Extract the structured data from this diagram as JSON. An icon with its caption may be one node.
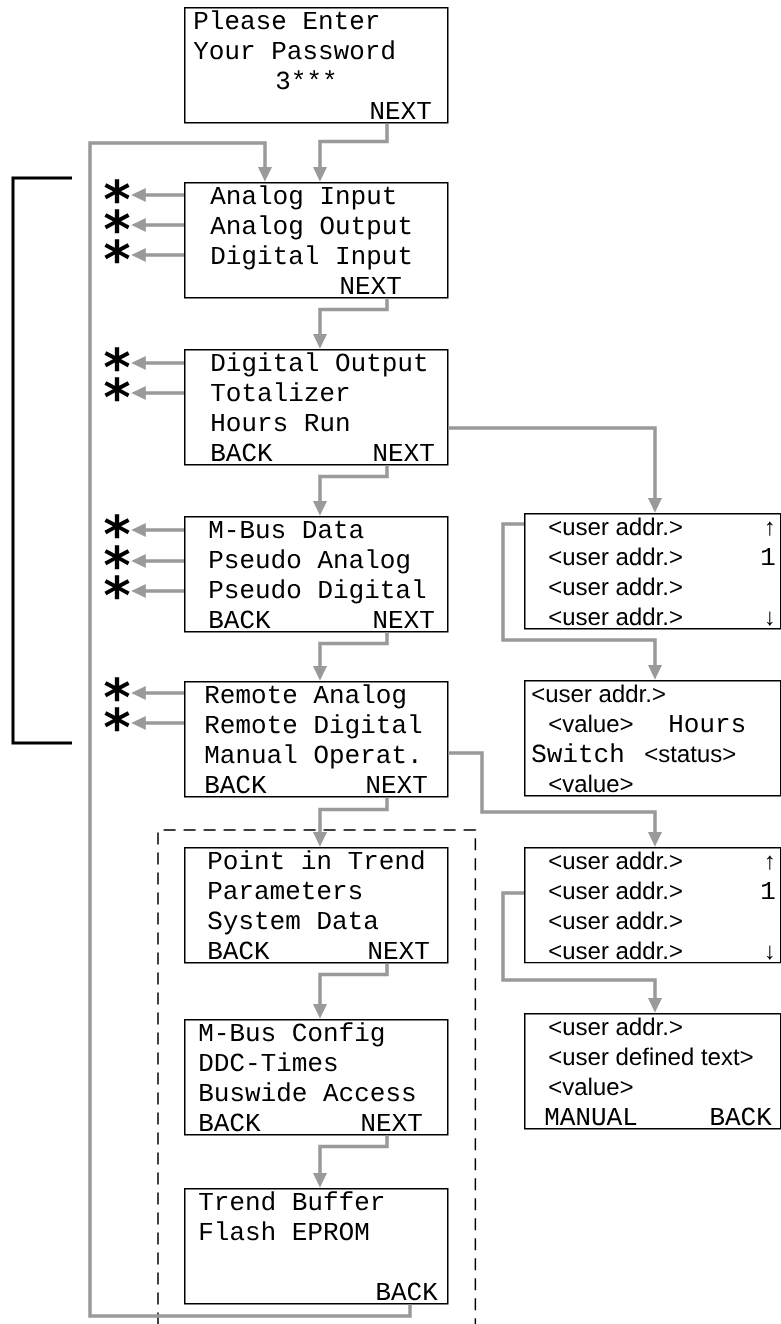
{
  "diagram": {
    "nodes": [
      {
        "text": [
          "Please Enter",
          "Your Password",
          "3***",
          "NEXT"
        ]
      },
      {
        "text": [
          "Analog Input",
          "Analog Output",
          "Digital Input",
          "NEXT"
        ]
      },
      {
        "text": [
          "Digital Output",
          "Totalizer",
          "Hours Run",
          "BACK",
          "NEXT"
        ]
      },
      {
        "text": [
          "M-Bus Data",
          "Pseudo Analog",
          "Pseudo Digital",
          "BACK",
          "NEXT"
        ]
      },
      {
        "text": [
          "Remote Analog",
          "Remote Digital",
          "Manual Operat.",
          "BACK",
          "NEXT"
        ]
      },
      {
        "text": [],
        "shape": "box"
      },
      {
        "text": [
          "Point in Trend",
          "Parameters",
          "System Data",
          "BACK",
          "NEXT"
        ],
        "in": 5
      },
      {
        "text": [
          "M-Bus Config",
          "DDC-Times",
          "Buswide Access",
          "BACK",
          "NEXT"
        ],
        "in": 5
      },
      {
        "text": [
          "Trend Buffer",
          "Flash EPROM",
          "BACK"
        ],
        "in": 5
      },
      {
        "text": [
          "<user addr.>",
          "<user addr.>",
          "<user addr.>",
          "<user addr.>",
          "↑",
          "1",
          "↓"
        ]
      },
      {
        "text": [
          "<user addr.>",
          "<value>",
          "Hours",
          "Switch",
          "<status>",
          "<value>"
        ]
      },
      {
        "text": [
          "<user addr.>",
          "<user addr.>",
          "<user addr.>",
          "<user addr.>",
          "↑",
          "1",
          "↓"
        ]
      },
      {
        "text": [
          "<user addr.>",
          "<user defined text>",
          "<value>",
          "MANUAL",
          "BACK"
        ]
      },
      {
        "text": [
          "*"
        ]
      },
      {
        "text": [
          "*"
        ]
      },
      {
        "text": [
          "*"
        ]
      },
      {
        "text": [
          "*"
        ]
      },
      {
        "text": [
          "*"
        ]
      },
      {
        "text": [
          "*"
        ]
      },
      {
        "text": [
          "*"
        ]
      },
      {
        "text": [
          "*"
        ]
      },
      {
        "text": [
          "*"
        ]
      },
      {
        "text": [
          "*"
        ]
      }
    ],
    "edges": [
      {
        "from": 0,
        "to": 1,
        "arrow": "to"
      },
      {
        "from": 8,
        "to": 1,
        "arrow": "to"
      },
      {
        "from": 1,
        "to": 2,
        "arrow": "to"
      },
      {
        "from": 2,
        "to": 3,
        "arrow": "to"
      },
      {
        "from": 3,
        "to": 4,
        "arrow": "to"
      },
      {
        "from": 4,
        "to": 6,
        "arrow": "to"
      },
      {
        "from": 6,
        "to": 7,
        "arrow": "to"
      },
      {
        "from": 7,
        "to": 8,
        "arrow": "to"
      },
      {
        "from": 2,
        "to": 9,
        "arrow": "to"
      },
      {
        "from": 9,
        "to": 10,
        "arrow": "to"
      },
      {
        "from": 4,
        "to": 11,
        "arrow": "to"
      },
      {
        "from": 11,
        "to": 12,
        "arrow": "to"
      },
      {
        "from": 1,
        "to": 13,
        "arrow": "to"
      },
      {
        "from": 1,
        "to": 14,
        "arrow": "to"
      },
      {
        "from": 1,
        "to": 15,
        "arrow": "to"
      },
      {
        "from": 2,
        "to": 16,
        "arrow": "to"
      },
      {
        "from": 2,
        "to": 17,
        "arrow": "to"
      },
      {
        "from": 3,
        "to": 18,
        "arrow": "to"
      },
      {
        "from": 3,
        "to": 19,
        "arrow": "to"
      },
      {
        "from": 3,
        "to": 20,
        "arrow": "to"
      },
      {
        "from": 4,
        "to": 21,
        "arrow": "to"
      },
      {
        "from": 4,
        "to": 22,
        "arrow": "to"
      }
    ]
  }
}
